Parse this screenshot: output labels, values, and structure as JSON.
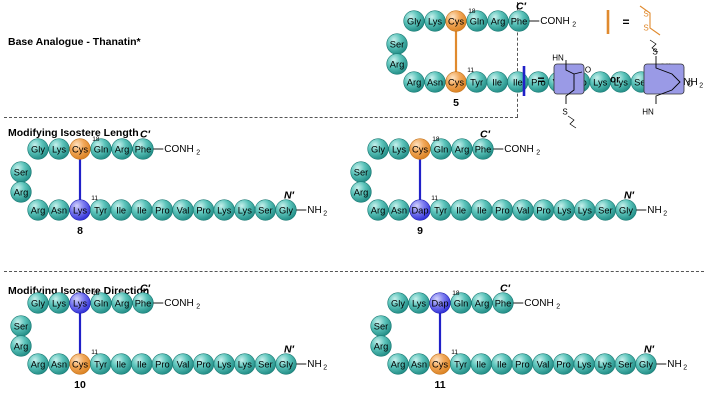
{
  "sections": {
    "base": "Base Analogue - Thanatin*",
    "length": "Modifying Isostere Length",
    "direction": "Modifying Isostere Direction"
  },
  "colors": {
    "teal": "#2aa39b",
    "teal_light": "#a8e2dc",
    "orange": "#e8953a",
    "orange_light": "#fbd2a6",
    "blue": "#2b2bd6",
    "blue_light": "#a6a6f4",
    "lavender": "#9a9ae6",
    "bond_orange": "#e08a2e",
    "bond_blue": "#2020c8"
  },
  "labels": {
    "c_term": "C′",
    "n_term": "N′",
    "conh2": "CONH",
    "nh2": "NH",
    "sub2": "2",
    "pos18": "18",
    "pos11": "11"
  },
  "molecules": [
    {
      "id": "5",
      "number": "5",
      "top18": "Cys",
      "bottom11": "Cys",
      "top_color": "orange",
      "bottom_color": "orange",
      "bond": "orange"
    },
    {
      "id": "8",
      "number": "8",
      "top18": "Cys",
      "bottom11": "Lys",
      "top_color": "orange",
      "bottom_color": "blue",
      "bond": "blue"
    },
    {
      "id": "9",
      "number": "9",
      "top18": "Cys",
      "bottom11": "Dap",
      "top_color": "orange",
      "bottom_color": "blue",
      "bond": "blue"
    },
    {
      "id": "10",
      "number": "10",
      "top18": "Lys",
      "bottom11": "Cys",
      "top_color": "blue",
      "bottom_color": "orange",
      "bond": "blue"
    },
    {
      "id": "11",
      "number": "11",
      "top18": "Dap",
      "bottom11": "Cys",
      "top_color": "blue",
      "bottom_color": "orange",
      "bond": "blue"
    }
  ],
  "sequence": {
    "top_left": [
      "Gly",
      "Lys"
    ],
    "top_right": [
      "Gln",
      "Arg",
      "Phe"
    ],
    "loop": [
      "Ser",
      "Arg"
    ],
    "bottom_left": [
      "Arg",
      "Asn"
    ],
    "bottom_right": [
      "Tyr",
      "Ile",
      "Ile",
      "Pro",
      "Val",
      "Pro",
      "Lys",
      "Lys",
      "Ser",
      "Gly"
    ]
  },
  "legend": {
    "equals": "=",
    "or": "or",
    "hn": "HN",
    "o": "O",
    "s": "S"
  }
}
